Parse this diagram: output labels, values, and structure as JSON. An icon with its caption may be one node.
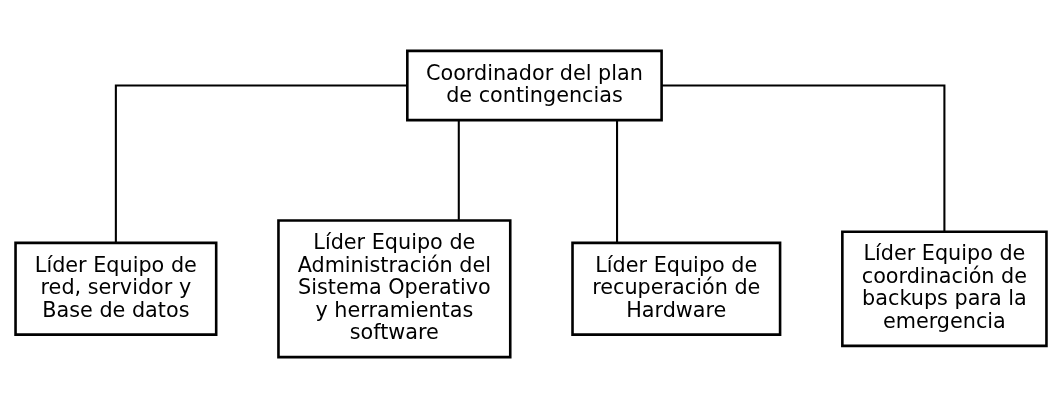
{
  "diagram": {
    "nodes": [
      {
        "text": [
          "Coordinador del plan de contingencias"
        ]
      },
      {
        "text": [
          "Líder Equipo de red, servidor y Base de datos"
        ]
      },
      {
        "text": [
          "Líder Equipo de Administración del Sistema Operativo y herramientas software"
        ]
      },
      {
        "text": [
          "Líder Equipo de recuperación de Hardware"
        ]
      },
      {
        "text": [
          "Líder Equipo de coordinación de backups para la emergencia"
        ]
      }
    ],
    "edges": [
      {
        "from": 0,
        "to": 1,
        "arrow": "none"
      },
      {
        "from": 0,
        "to": 2,
        "arrow": "none"
      },
      {
        "from": 0,
        "to": 3,
        "arrow": "none"
      },
      {
        "from": 0,
        "to": 4,
        "arrow": "none"
      }
    ]
  }
}
